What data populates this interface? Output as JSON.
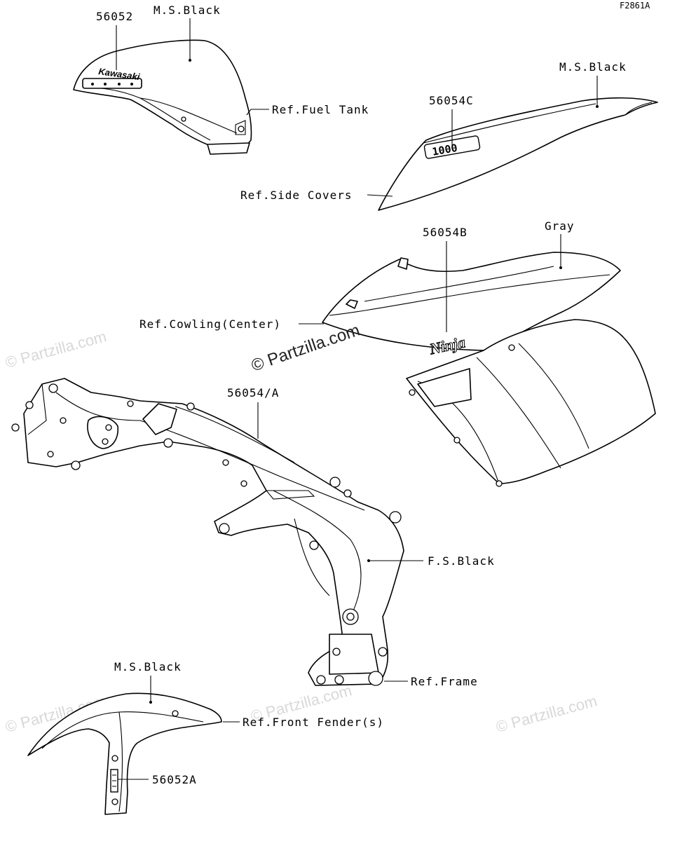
{
  "figure_code": "F2861A",
  "labels": {
    "tank_part": "56052",
    "tank_color": "M.S.Black",
    "tank_ref": "Ref.Fuel Tank",
    "tank_brand": "Kawasaki",
    "side_color": "M.S.Black",
    "side_part": "56054C",
    "side_ref": "Ref.Side Covers",
    "side_badge": "1000",
    "cowl_part": "56054B",
    "cowl_color": "Gray",
    "cowl_ref": "Ref.Cowling(Center)",
    "cowl_badge": "Ninja",
    "frame_part": "56054/A",
    "frame_color": "F.S.Black",
    "frame_ref": "Ref.Frame",
    "fender_color": "M.S.Black",
    "fender_ref": "Ref.Front Fender(s)",
    "fender_part": "56052A"
  },
  "watermarks": {
    "main": "© Partzilla.com",
    "faint": "© Partzilla.com"
  }
}
